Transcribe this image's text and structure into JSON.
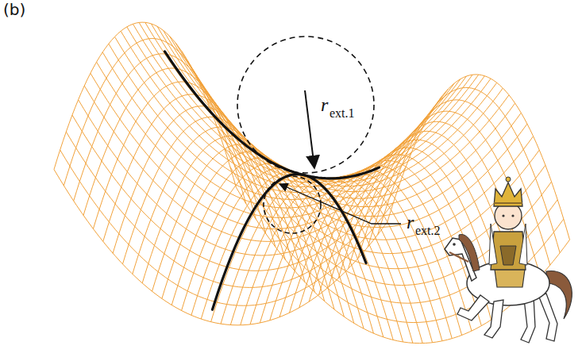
{
  "diagram": {
    "labels": [
      "(b)",
      "r",
      "ext.1",
      "r",
      "ext.2"
    ]
  }
}
